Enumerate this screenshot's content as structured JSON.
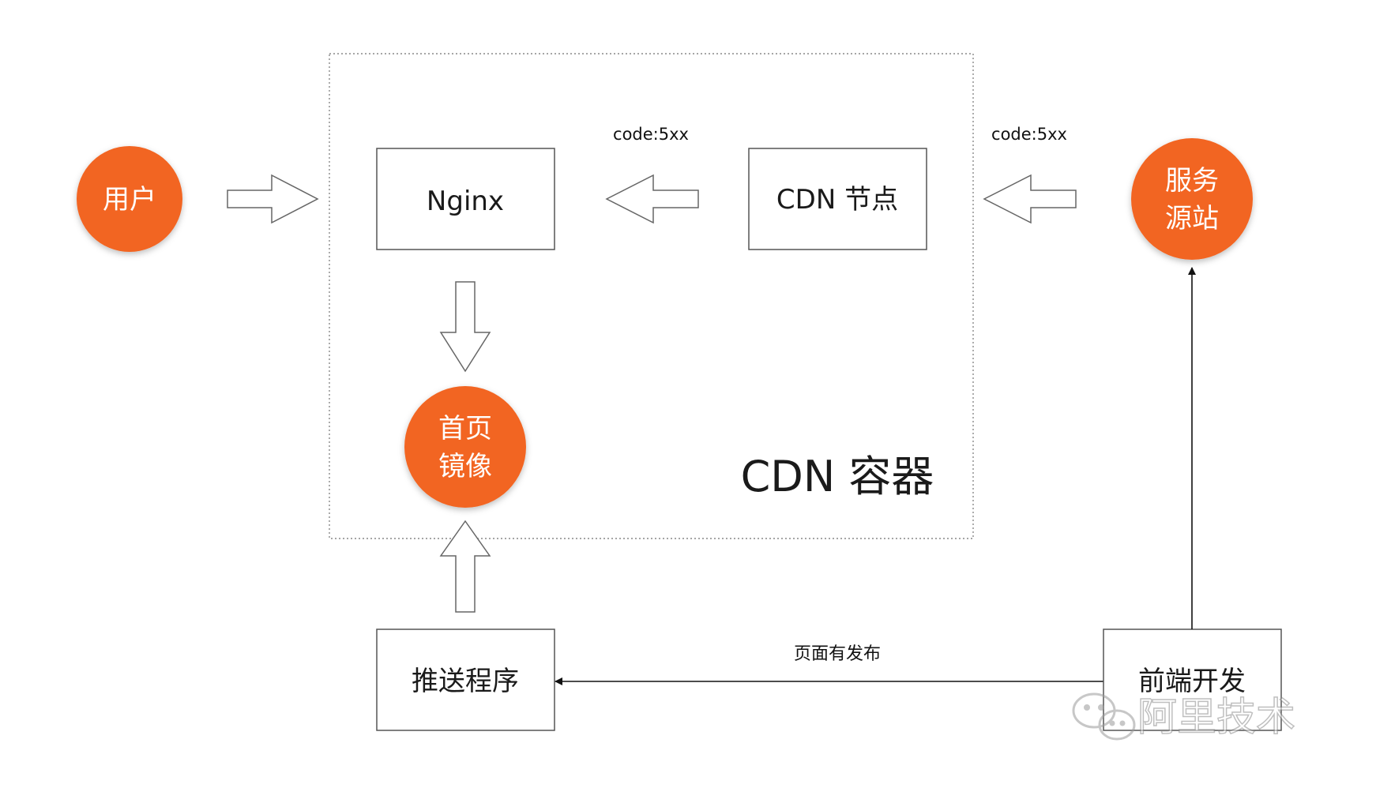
{
  "nodes": {
    "user": "用户",
    "nginx": "Nginx",
    "cdn_node": "CDN 节点",
    "origin_line1": "服务",
    "origin_line2": "源站",
    "mirror_line1": "首页",
    "mirror_line2": "镜像",
    "push_program": "推送程序",
    "frontend_dev": "前端开发"
  },
  "container_label": "CDN 容器",
  "edge_labels": {
    "cdn_to_nginx": "code:5xx",
    "origin_to_cdn": "code:5xx",
    "frontend_to_push": "页面有发布"
  },
  "watermark": "阿里技术",
  "colors": {
    "accent": "#f26522",
    "stroke": "#555555",
    "text": "#1a1a1a"
  }
}
